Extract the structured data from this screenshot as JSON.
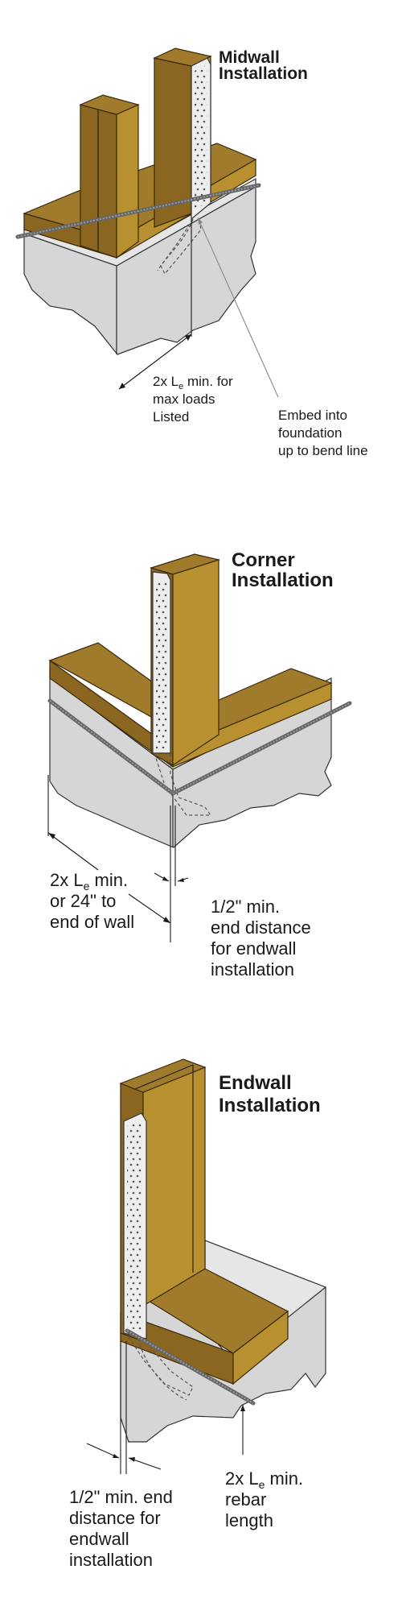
{
  "diagrams": {
    "midwall": {
      "title_line1": "Midwall",
      "title_line2": "Installation",
      "dim_label_line1": "2x L",
      "dim_label_sub": "e",
      "dim_label_line1_rest": " min. for",
      "dim_label_line2": "max loads",
      "dim_label_line3": "Listed",
      "embed_line1": "Embed into",
      "embed_line2": "foundation",
      "embed_line3": "up to bend line"
    },
    "corner": {
      "title_line1": "Corner",
      "title_line2": "Installation",
      "dim_label_line1": "2x L",
      "dim_label_sub": "e",
      "dim_label_line1_rest": " min.",
      "dim_label_line2": "or 24\" to",
      "dim_label_line3": "end of wall",
      "end_line1": "1/2\" min.",
      "end_line2": "end distance",
      "end_line3": "for endwall",
      "end_line4": "installation"
    },
    "endwall": {
      "title_line1": "Endwall",
      "title_line2": "Installation",
      "end_line1": "1/2\" min. end",
      "end_line2": "distance for",
      "end_line3": "endwall",
      "end_line4": "installation",
      "rebar_line1": "2x L",
      "rebar_sub": "e",
      "rebar_line1_rest": " min.",
      "rebar_line2": "rebar",
      "rebar_line3": "length"
    }
  }
}
